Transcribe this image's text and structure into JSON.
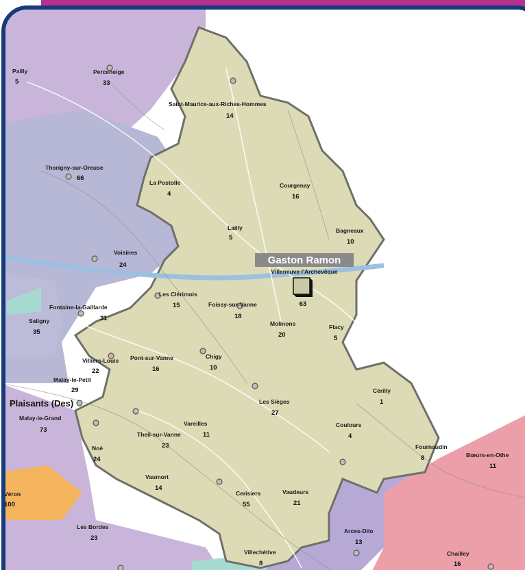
{
  "header": {
    "banner_color": "#b8318f",
    "frame_color": "#163a7a"
  },
  "colors": {
    "canton": "#dcdbb5",
    "purple": "#c9b5d9",
    "lavender": "#b7b7d6",
    "pink": "#ec9fa9",
    "orange": "#f3b45d",
    "teal": "#a7dbd2",
    "river": "#9cc0e0"
  },
  "highlight": {
    "name": "Gaston Ramon",
    "town": "Villeneuve l'Archevêque",
    "value": "63"
  },
  "communes": [
    {
      "name": "Pailly",
      "value": "5"
    },
    {
      "name": "Perceneige",
      "value": "33"
    },
    {
      "name": "Saint-Maurice-aux-Riches-Hommes",
      "value": "14"
    },
    {
      "name": "Thorigny-sur-Oreuse",
      "value": "66"
    },
    {
      "name": "La Postolle",
      "value": "4"
    },
    {
      "name": "Courgenay",
      "value": "16"
    },
    {
      "name": "Lailly",
      "value": "5"
    },
    {
      "name": "Bagneaux",
      "value": "10"
    },
    {
      "name": "Voisines",
      "value": "24"
    },
    {
      "name": "Les Clérimois",
      "value": "15"
    },
    {
      "name": "Foissy-sur-Vanne",
      "value": "18"
    },
    {
      "name": "Fontaine-la-Gaillarde",
      "value": "31"
    },
    {
      "name": "Saligny",
      "value": "35"
    },
    {
      "name": "Molinons",
      "value": "20"
    },
    {
      "name": "Flacy",
      "value": "5"
    },
    {
      "name": "Villiers-Louis",
      "value": "22"
    },
    {
      "name": "Pont-sur-Vanne",
      "value": "16"
    },
    {
      "name": "Chigy",
      "value": "10"
    },
    {
      "name": "Malay-le-Petit",
      "value": "29"
    },
    {
      "name": "Cérilly",
      "value": "1"
    },
    {
      "name": "Plaisants (Des)",
      "value": ""
    },
    {
      "name": "Les Sièges",
      "value": "27"
    },
    {
      "name": "Malay-le-Grand",
      "value": "73"
    },
    {
      "name": "Vareilles",
      "value": "11"
    },
    {
      "name": "Theil-sur-Vanne",
      "value": "23"
    },
    {
      "name": "Coulours",
      "value": "4"
    },
    {
      "name": "Noé",
      "value": "24"
    },
    {
      "name": "Fournaudin",
      "value": "8"
    },
    {
      "name": "Bœurs-en-Othe",
      "value": "11"
    },
    {
      "name": "Vaumort",
      "value": "14"
    },
    {
      "name": "Cerisiers",
      "value": "55"
    },
    {
      "name": "Vaudeurs",
      "value": "21"
    },
    {
      "name": "Véron",
      "value": "100"
    },
    {
      "name": "Les Bordes",
      "value": "23"
    },
    {
      "name": "Arces-Dilo",
      "value": "13"
    },
    {
      "name": "Villechétive",
      "value": "8"
    },
    {
      "name": "Chailley",
      "value": "16"
    }
  ]
}
